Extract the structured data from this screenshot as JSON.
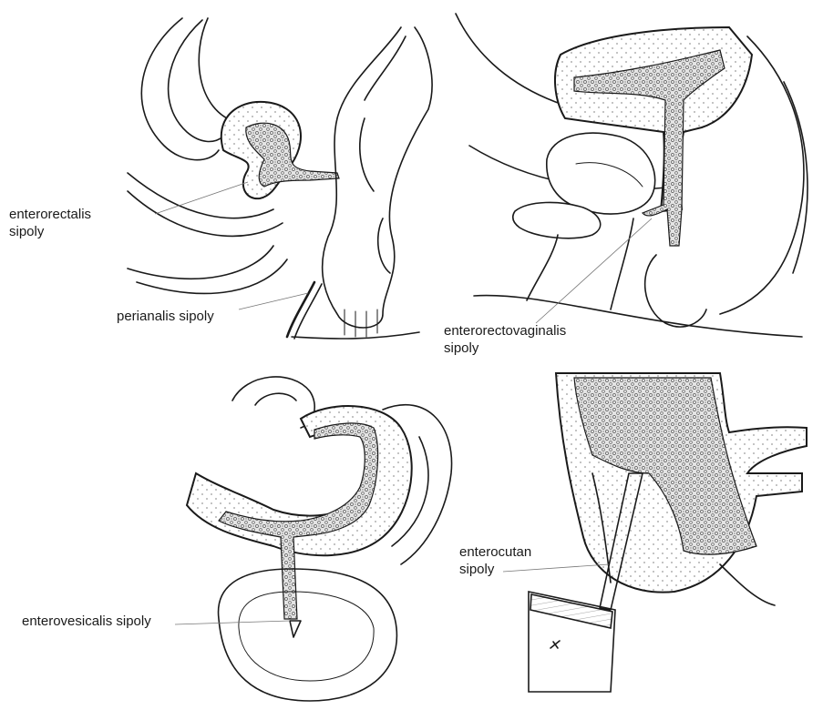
{
  "labels": {
    "enterorectalis_line1": "enterorectalis",
    "enterorectalis_line2": "sipoly",
    "perianalis": "perianalis sipoly",
    "enterorectovaginalis_line1": "enterorectovaginalis",
    "enterorectovaginalis_line2": "sipoly",
    "enterovesicalis": "enterovesicalis sipoly",
    "enterocutan_line1": "enterocutan",
    "enterocutan_line2": "sipoly"
  }
}
